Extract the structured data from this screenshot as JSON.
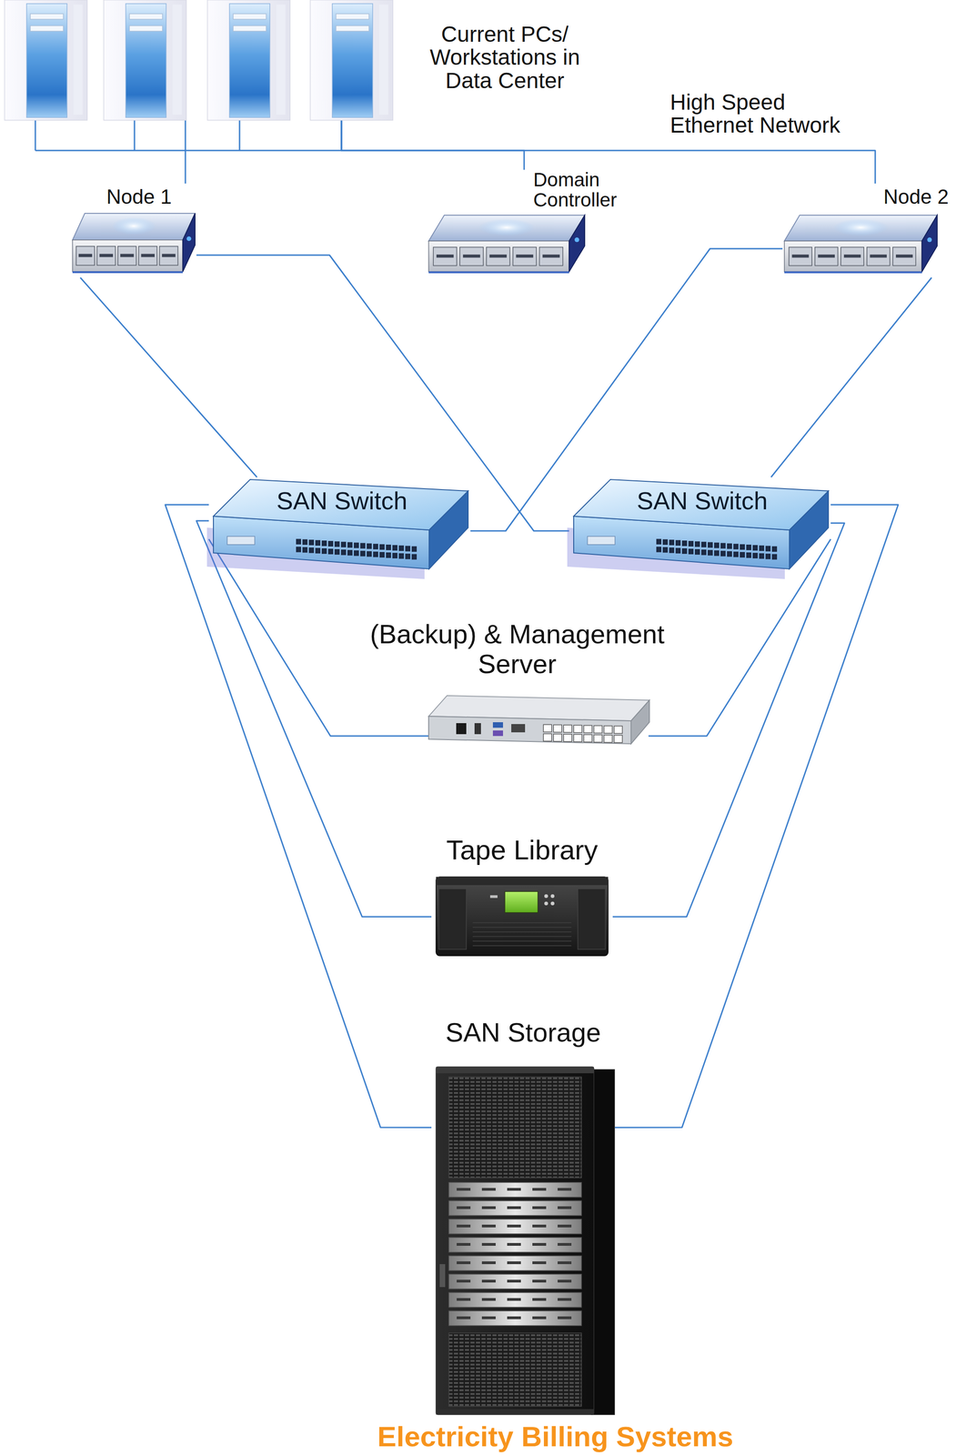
{
  "diagram": {
    "caption": "Electricity Billing Systems",
    "nodes": [
      {
        "text": [
          "Current PCs/ Workstations in Data Center"
        ]
      },
      {
        "text": [
          "Node 1"
        ]
      },
      {
        "text": [
          "Domain Controller"
        ]
      },
      {
        "text": [
          "Node 2"
        ]
      },
      {
        "text": [
          "SAN Switch"
        ]
      },
      {
        "text": [
          "SAN Switch"
        ]
      },
      {
        "text": [
          "(Backup) & Management Server"
        ]
      },
      {
        "text": [
          "Tape Library"
        ]
      },
      {
        "text": [
          "SAN Storage"
        ]
      }
    ],
    "edges": [
      {
        "from": 0,
        "to": 1,
        "arrow": "none"
      },
      {
        "from": 0,
        "to": 2,
        "arrow": "none"
      },
      {
        "from": 0,
        "to": 3,
        "arrow": "none"
      },
      {
        "from": 1,
        "to": 4,
        "arrow": "none"
      },
      {
        "from": 1,
        "to": 5,
        "arrow": "none"
      },
      {
        "from": 3,
        "to": 4,
        "arrow": "none"
      },
      {
        "from": 3,
        "to": 5,
        "arrow": "none"
      },
      {
        "from": 4,
        "to": 6,
        "arrow": "none"
      },
      {
        "from": 5,
        "to": 6,
        "arrow": "none"
      },
      {
        "from": 4,
        "to": 7,
        "arrow": "none"
      },
      {
        "from": 5,
        "to": 7,
        "arrow": "none"
      },
      {
        "from": 4,
        "to": 8,
        "arrow": "none"
      },
      {
        "from": 5,
        "to": 8,
        "arrow": "none"
      }
    ],
    "labels": [
      "High Speed Ethernet Network"
    ]
  }
}
